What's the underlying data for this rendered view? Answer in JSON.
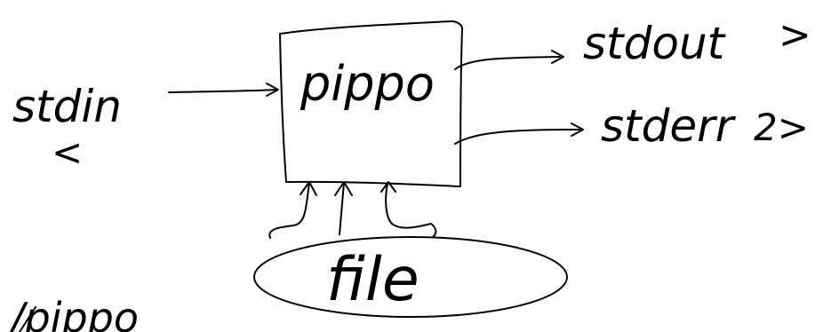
{
  "diagram": {
    "input": {
      "text": "stdin",
      "operator": "<"
    },
    "process": {
      "text": "pippo"
    },
    "outputs": [
      {
        "text": "stdout",
        "operator": ">"
      },
      {
        "text": "stderr",
        "operator": "2>"
      }
    ],
    "file": {
      "text": "file"
    },
    "footer": {
      "text": "/pippo"
    },
    "ink_color": "#000000",
    "background": "#ffffff"
  }
}
